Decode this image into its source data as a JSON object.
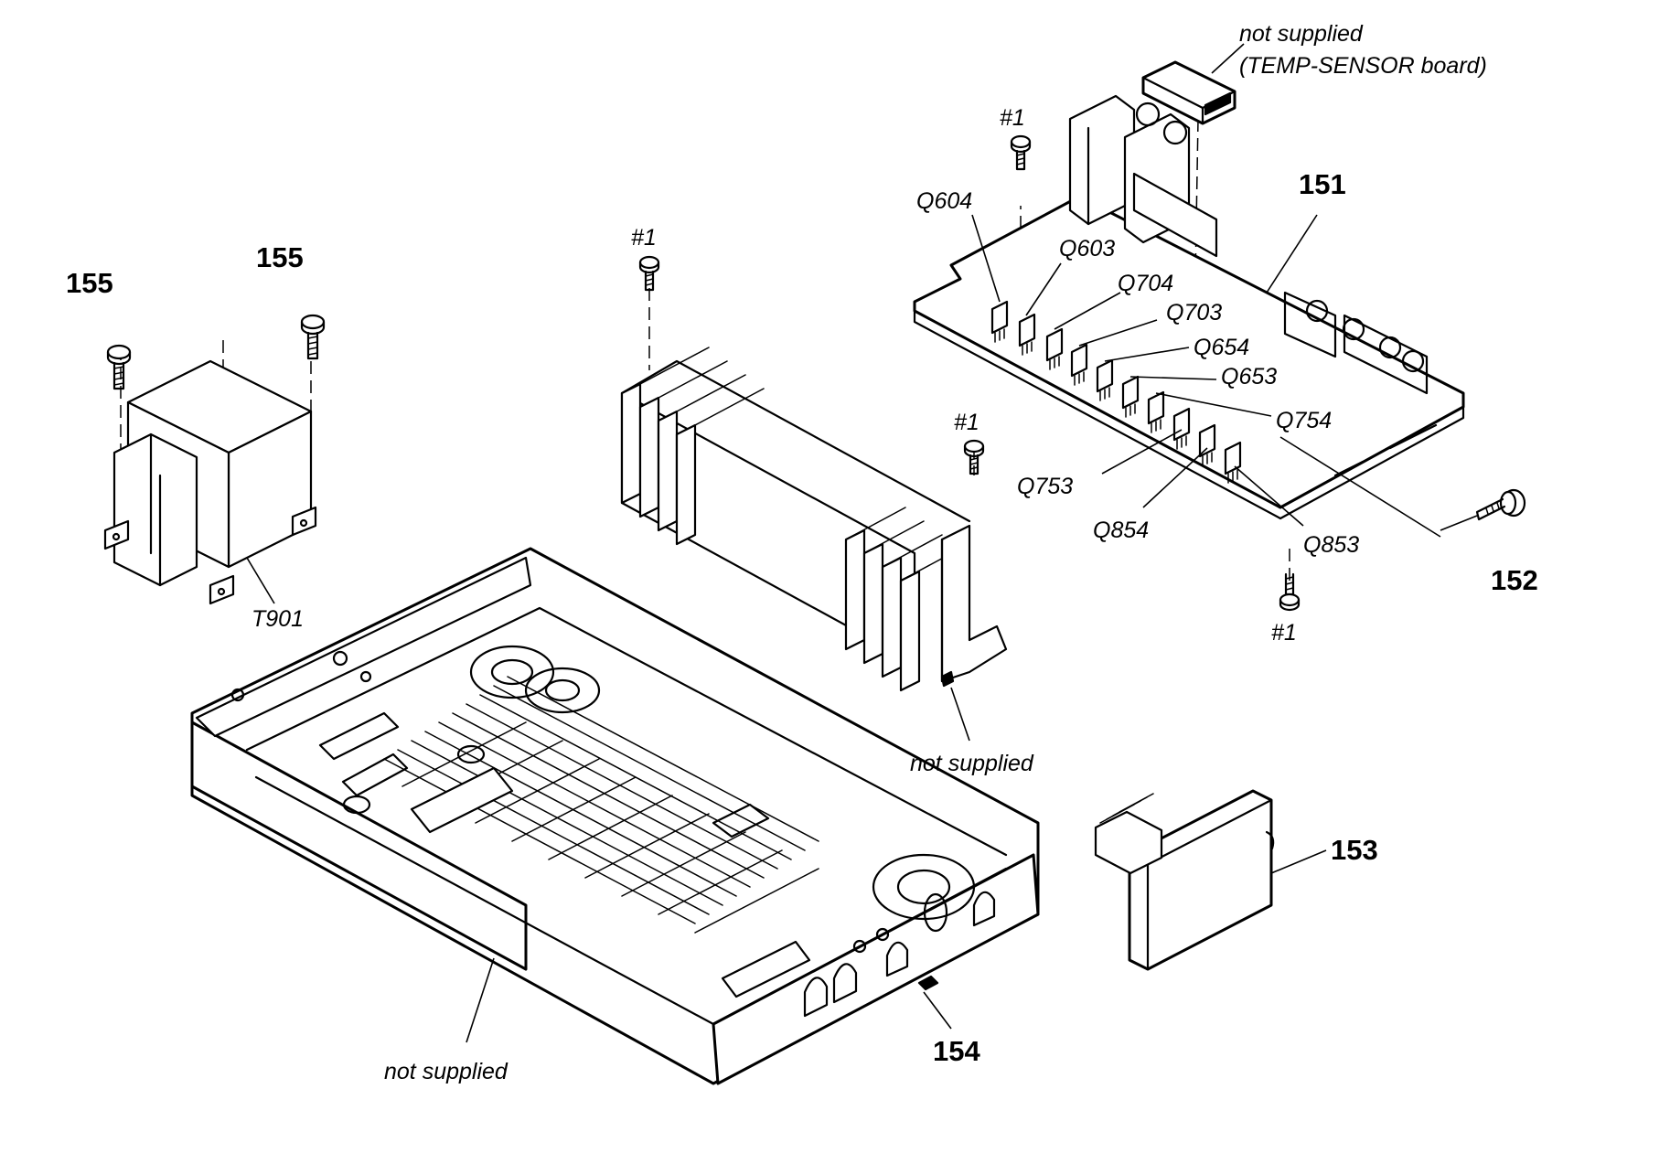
{
  "part_numbers": {
    "p151": "151",
    "p152": "152",
    "p153": "153",
    "p154": "154",
    "p155": "155"
  },
  "screw_marker": "#1",
  "transformer_ref": "T901",
  "notes": {
    "not_supplied": "not  supplied",
    "not_supplied_top_line1": "not supplied",
    "not_supplied_top_line2": "(TEMP-SENSOR board)"
  },
  "transistors": [
    "Q604",
    "Q603",
    "Q704",
    "Q703",
    "Q654",
    "Q653",
    "Q754",
    "Q753",
    "Q854",
    "Q853"
  ],
  "colors": {
    "line": "#000000",
    "background": "#ffffff"
  }
}
